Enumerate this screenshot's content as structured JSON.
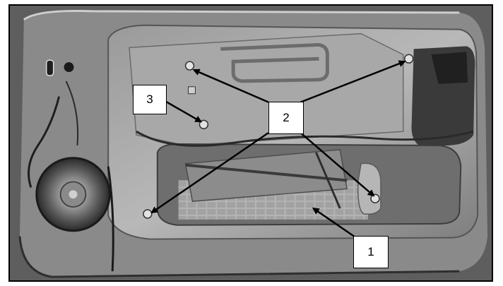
{
  "callouts": {
    "one": "1",
    "two": "2",
    "three": "3"
  },
  "colors": {
    "frame": "#000000",
    "callout_fill": "#ffffff",
    "arrow": "#000000"
  }
}
